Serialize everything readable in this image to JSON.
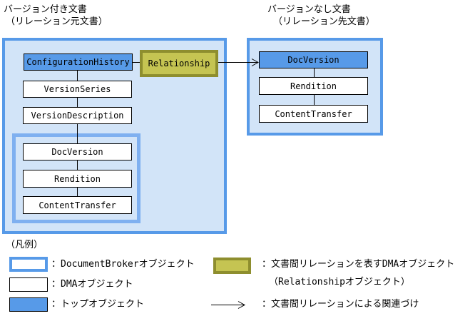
{
  "left_document": {
    "title_line1": "バージョン付き文書",
    "title_line2": "（リレーション元文書）",
    "top_object": "ConfigurationHistory",
    "dma_objects": [
      "VersionSeries",
      "VersionDescription"
    ],
    "version_objects": [
      "DocVersion",
      "Rendition",
      "ContentTransfer"
    ]
  },
  "relationship": {
    "label": "Relationship"
  },
  "right_document": {
    "title_line1": "バージョンなし文書",
    "title_line2": "（リレーション先文書）",
    "top_object": "DocVersion",
    "dma_objects": [
      "Rendition",
      "ContentTransfer"
    ]
  },
  "legend": {
    "title": "（凡例）",
    "items": [
      {
        "swatch": "documentbroker-object-swatch",
        "label": "：DocumentBrokerオブジェクト"
      },
      {
        "swatch": "dma-object-swatch",
        "label": "：DMAオブジェクト"
      },
      {
        "swatch": "top-object-swatch",
        "label": "：トップオブジェクト"
      }
    ],
    "relationship_item": {
      "line1": "：文書間リレーションを表すDMAオブジェクト",
      "line2": "（Relationshipオブジェクト）"
    },
    "arrow_item": {
      "label": "：文書間リレーションによる関連づけ"
    }
  },
  "colors": {
    "blue": "#579ae8",
    "light_blue": "#d2e4f8",
    "inner_border_blue": "#7fb0f0",
    "olive_fill": "#c5c452",
    "olive_border": "#8e8e2e",
    "box_white": "#ffffff",
    "line_black": "#000000"
  }
}
